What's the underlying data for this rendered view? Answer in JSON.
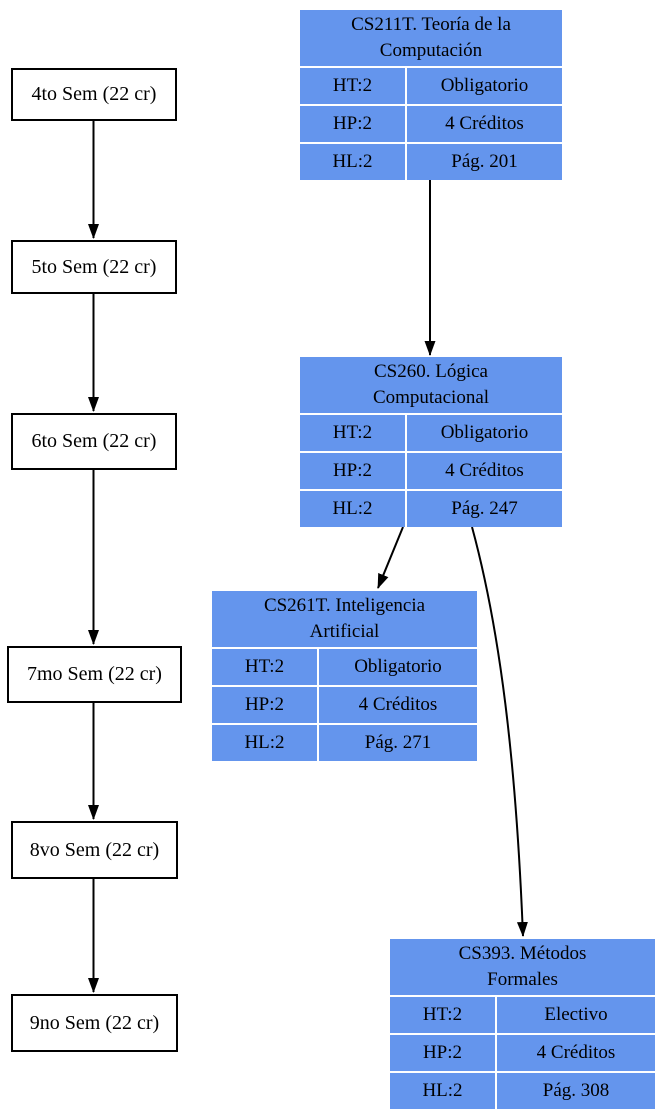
{
  "colors": {
    "course_card_fill": "#6495ED",
    "edge_color": "#000000",
    "semester_box_fill": "#ffffff",
    "text_color": "#000000"
  },
  "semesters": [
    {
      "label": "4to Sem (22 cr)"
    },
    {
      "label": "5to Sem (22 cr)"
    },
    {
      "label": "6to Sem (22 cr)"
    },
    {
      "label": "7mo Sem (22 cr)"
    },
    {
      "label": "8vo Sem (22 cr)"
    },
    {
      "label": "9no Sem (22 cr)"
    }
  ],
  "courses": [
    {
      "title_line1": "CS211T. Teoría de la",
      "title_line2": "Computación",
      "rows": [
        {
          "key": "HT:2",
          "value": "Obligatorio"
        },
        {
          "key": "HP:2",
          "value": "4 Créditos"
        },
        {
          "key": "HL:2",
          "value": "Pág. 201"
        }
      ]
    },
    {
      "title_line1": "CS260. Lógica",
      "title_line2": "Computacional",
      "rows": [
        {
          "key": "HT:2",
          "value": "Obligatorio"
        },
        {
          "key": "HP:2",
          "value": "4 Créditos"
        },
        {
          "key": "HL:2",
          "value": "Pág. 247"
        }
      ]
    },
    {
      "title_line1": "CS261T. Inteligencia",
      "title_line2": "Artificial",
      "rows": [
        {
          "key": "HT:2",
          "value": "Obligatorio"
        },
        {
          "key": "HP:2",
          "value": "4 Créditos"
        },
        {
          "key": "HL:2",
          "value": "Pág. 271"
        }
      ]
    },
    {
      "title_line1": "CS393. Métodos",
      "title_line2": "Formales",
      "rows": [
        {
          "key": "HT:2",
          "value": "Electivo"
        },
        {
          "key": "HP:2",
          "value": "4 Créditos"
        },
        {
          "key": "HL:2",
          "value": "Pág. 308"
        }
      ]
    }
  ]
}
